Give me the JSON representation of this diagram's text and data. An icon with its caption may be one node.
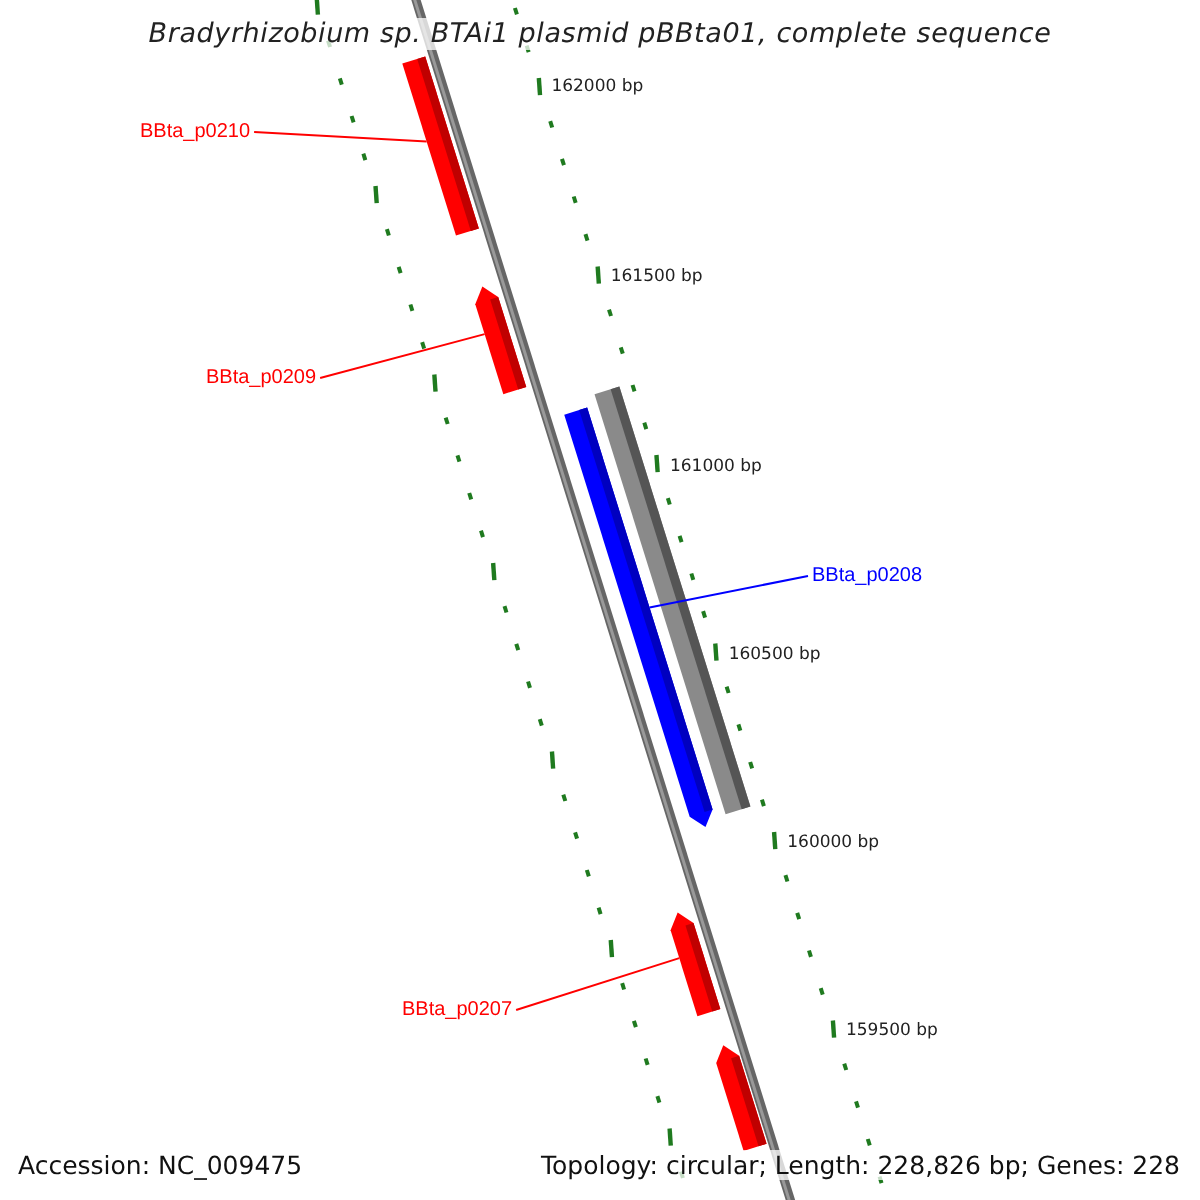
{
  "diagram": {
    "title": "Bradyrhizobium sp. BTAi1 plasmid pBBta01, complete sequence",
    "nodes": [
      {
        "text": [
          "BBta_p0210"
        ]
      },
      {
        "text": [],
        "shape": "bar"
      },
      {
        "text": [
          "BBta_p0209"
        ]
      },
      {
        "text": [],
        "shape": "bar"
      },
      {
        "text": [],
        "shape": "bar"
      },
      {
        "text": [],
        "shape": "bar"
      },
      {
        "text": [
          "BBta_p0208"
        ]
      },
      {
        "text": [
          "BBta_p0207"
        ]
      },
      {
        "text": [],
        "shape": "bar"
      },
      {
        "text": [],
        "shape": "bar"
      }
    ],
    "edges": [
      {
        "from": 0,
        "to": 1,
        "arrow": "none"
      },
      {
        "from": 2,
        "to": 3,
        "arrow": "none"
      },
      {
        "from": 6,
        "to": 5,
        "arrow": "none",
        "color": "#0000ff"
      },
      {
        "from": 7,
        "to": 8,
        "arrow": "none"
      }
    ],
    "labels": [
      "162000 bp",
      "161500 bp",
      "161000 bp",
      "160500 bp",
      "160000 bp",
      "159500 bp",
      "Accession: NC_009475",
      "Topology: circular; Length: 228,826 bp; Genes: 228"
    ]
  }
}
